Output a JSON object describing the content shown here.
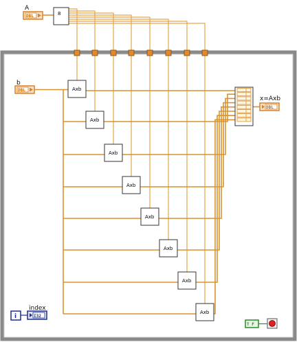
{
  "inputs": {
    "a": {
      "label": "A",
      "type": "DBL"
    },
    "b": {
      "label": "b",
      "type": "DBL"
    }
  },
  "constant": {
    "value": "8"
  },
  "solver_label": "Axb",
  "solver_count": 8,
  "output": {
    "label": "x=Axb",
    "type": "DBL"
  },
  "index": {
    "label": "index",
    "terminal": "i",
    "type": "I32"
  },
  "stop": {
    "label": "T F"
  },
  "colors": {
    "wire": "#d9922e",
    "frame": "#8a8a8a",
    "index_blue": "#1b2f8c"
  }
}
